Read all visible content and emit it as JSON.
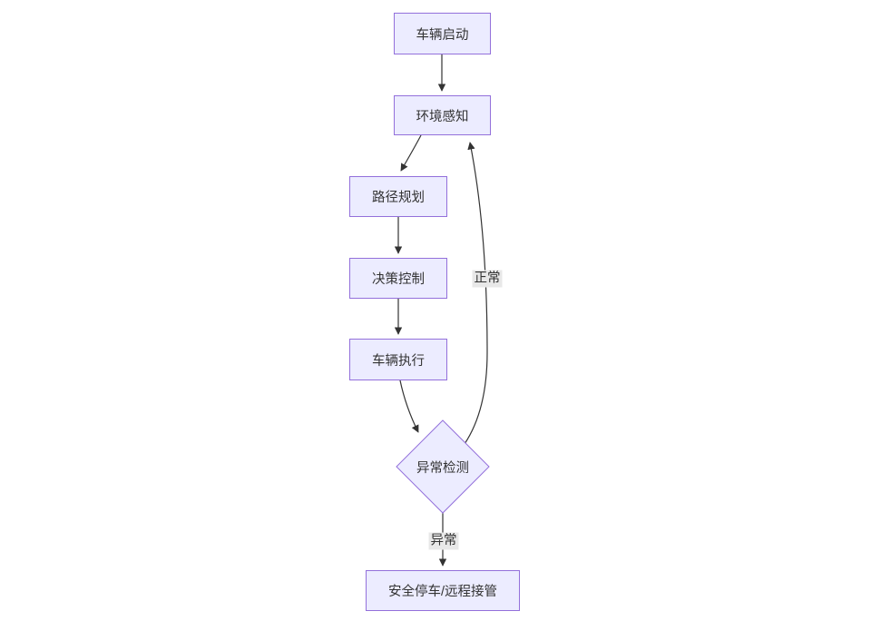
{
  "diagram": {
    "type": "flowchart",
    "direction": "top-down",
    "nodes": [
      {
        "id": "start",
        "label": "车辆启动",
        "shape": "rect"
      },
      {
        "id": "perception",
        "label": "环境感知",
        "shape": "rect"
      },
      {
        "id": "planning",
        "label": "路径规划",
        "shape": "rect"
      },
      {
        "id": "decision",
        "label": "决策控制",
        "shape": "rect"
      },
      {
        "id": "execution",
        "label": "车辆执行",
        "shape": "rect"
      },
      {
        "id": "anomaly",
        "label": "异常检测",
        "shape": "diamond"
      },
      {
        "id": "safestop",
        "label": "安全停车/远程接管",
        "shape": "rect"
      }
    ],
    "edges": [
      {
        "from": "start",
        "to": "perception",
        "label": ""
      },
      {
        "from": "perception",
        "to": "planning",
        "label": ""
      },
      {
        "from": "planning",
        "to": "decision",
        "label": ""
      },
      {
        "from": "decision",
        "to": "execution",
        "label": ""
      },
      {
        "from": "execution",
        "to": "anomaly",
        "label": ""
      },
      {
        "from": "anomaly",
        "to": "perception",
        "label": "正常"
      },
      {
        "from": "anomaly",
        "to": "safestop",
        "label": "异常"
      }
    ],
    "colors": {
      "node_fill": "#ECECFF",
      "node_border": "#9370DB",
      "edge": "#333333",
      "text": "#333333",
      "edge_label_bg": "#e8e8e8",
      "background": "#ffffff"
    }
  }
}
